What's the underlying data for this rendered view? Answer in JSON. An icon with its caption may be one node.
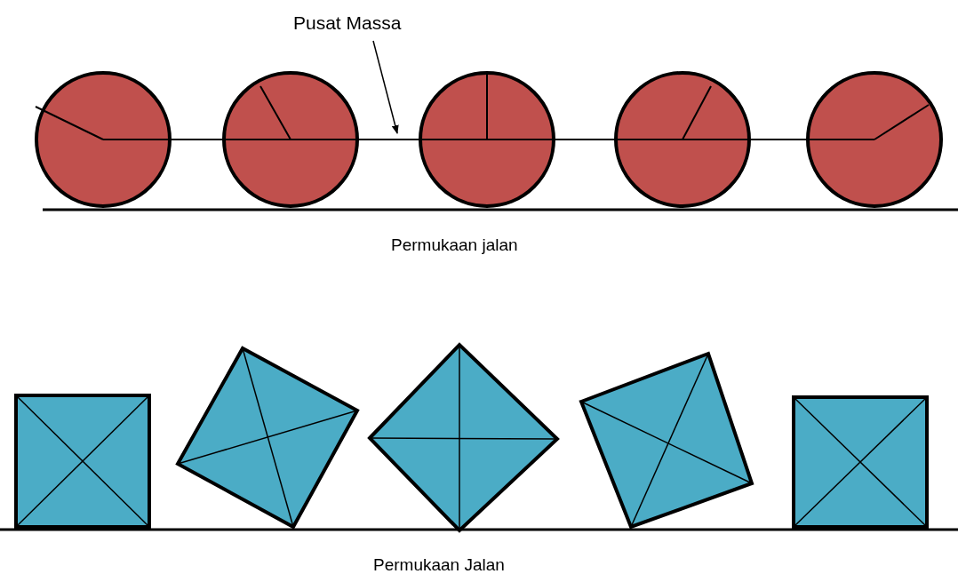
{
  "diagram": {
    "nodes": [
      {
        "text": [
          "Pusat Massa"
        ]
      },
      {
        "text": [],
        "shape": "line"
      }
    ],
    "edges": [
      {
        "from": 0,
        "to": 1,
        "arrow": "to"
      }
    ],
    "labels": [
      "Permukaan jalan",
      "Permukaan Jalan"
    ]
  }
}
